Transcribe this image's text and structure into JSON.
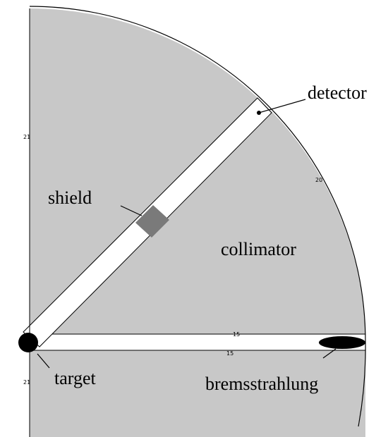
{
  "colors": {
    "background": "#ffffff",
    "collimator_fill": "#c8c8c8",
    "channel_fill": "#ffffff",
    "shield_fill": "#7a7a7a",
    "ink": "#000000"
  },
  "labels": {
    "detector": "detector",
    "shield": "shield",
    "collimator": "collimator",
    "target": "target",
    "bremsstrahlung": "bremsstrahlung"
  },
  "region_numbers": {
    "upper_left": "21",
    "arc": "20",
    "channel_top": "15",
    "channel_bottom": "15",
    "lower_left": "21"
  }
}
